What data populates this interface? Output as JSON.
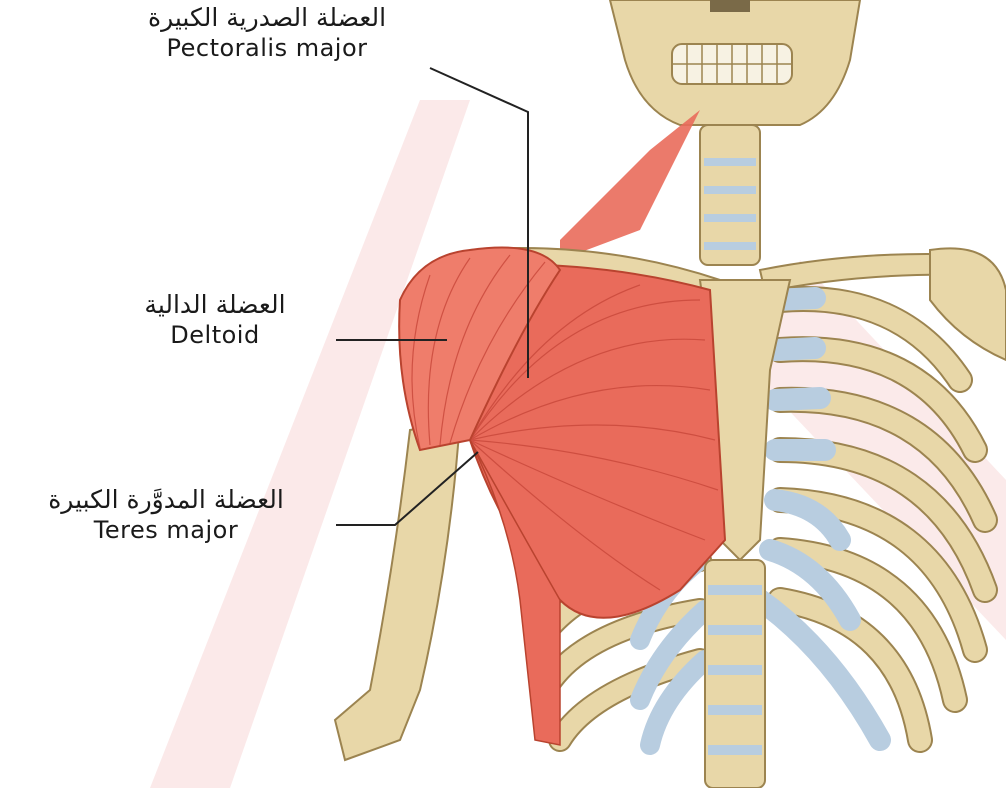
{
  "labels": {
    "pectoralis_major": {
      "arabic": "العضلة الصدرية الكبيرة",
      "english": "Pectoralis major"
    },
    "deltoid": {
      "arabic": "العضلة الدالية",
      "english": "Deltoid"
    },
    "teres_major": {
      "arabic": "العضلة المدوَّرة الكبيرة",
      "english": "Teres major"
    }
  },
  "colors": {
    "bone": "#e8d7a8",
    "bone_shadow": "#c4a96c",
    "muscle": "#e96b5b",
    "muscle_fiber": "#c8473a",
    "cartilage": "#b8cde0",
    "background_watermark": "#fbe7e7"
  }
}
